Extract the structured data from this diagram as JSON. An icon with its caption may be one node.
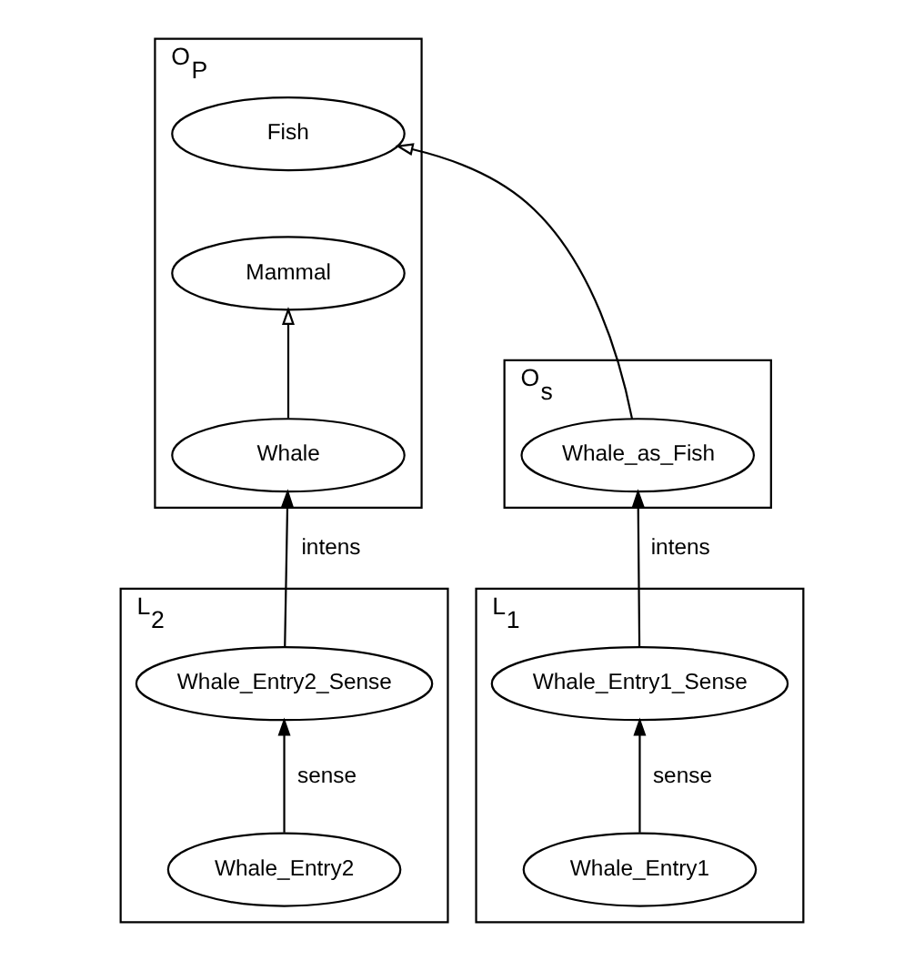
{
  "diagram": {
    "nodes": [
      {
        "text": [
          "O$_{s}$"
        ]
      },
      {
        "text": [
          "O$_{P}$"
        ]
      },
      {
        "text": [
          "Fish"
        ],
        "in": 1
      },
      {
        "text": [
          "Mammal"
        ],
        "in": 1
      },
      {
        "text": [
          "Whale_as_Fish"
        ],
        "in": 0
      },
      {
        "text": [
          "Whale"
        ],
        "in": 1
      },
      {
        "text": [
          "L$_{1}$"
        ]
      },
      {
        "text": [
          "Whale_Entry1_Sense"
        ],
        "in": 6
      },
      {
        "text": [
          "Whale_Entry1"
        ],
        "in": 6
      },
      {
        "text": [
          "L$_{2}$"
        ]
      },
      {
        "text": [
          "Whale_Entry2_Sense"
        ],
        "in": 9
      },
      {
        "text": [
          "Whale_Entry2"
        ],
        "in": 9
      }
    ],
    "edges": [
      {
        "from": 4,
        "to": 2,
        "arrow": "to"
      },
      {
        "from": 5,
        "to": 3,
        "arrow": "to"
      },
      {
        "from": 7,
        "to": 4,
        "arrow": "to",
        "label": "intens"
      },
      {
        "from": 8,
        "to": 7,
        "arrow": "to",
        "label": "sense"
      },
      {
        "from": 10,
        "to": 5,
        "arrow": "to",
        "label": "intens"
      },
      {
        "from": 11,
        "to": 10,
        "arrow": "to",
        "label": "sense"
      }
    ]
  }
}
